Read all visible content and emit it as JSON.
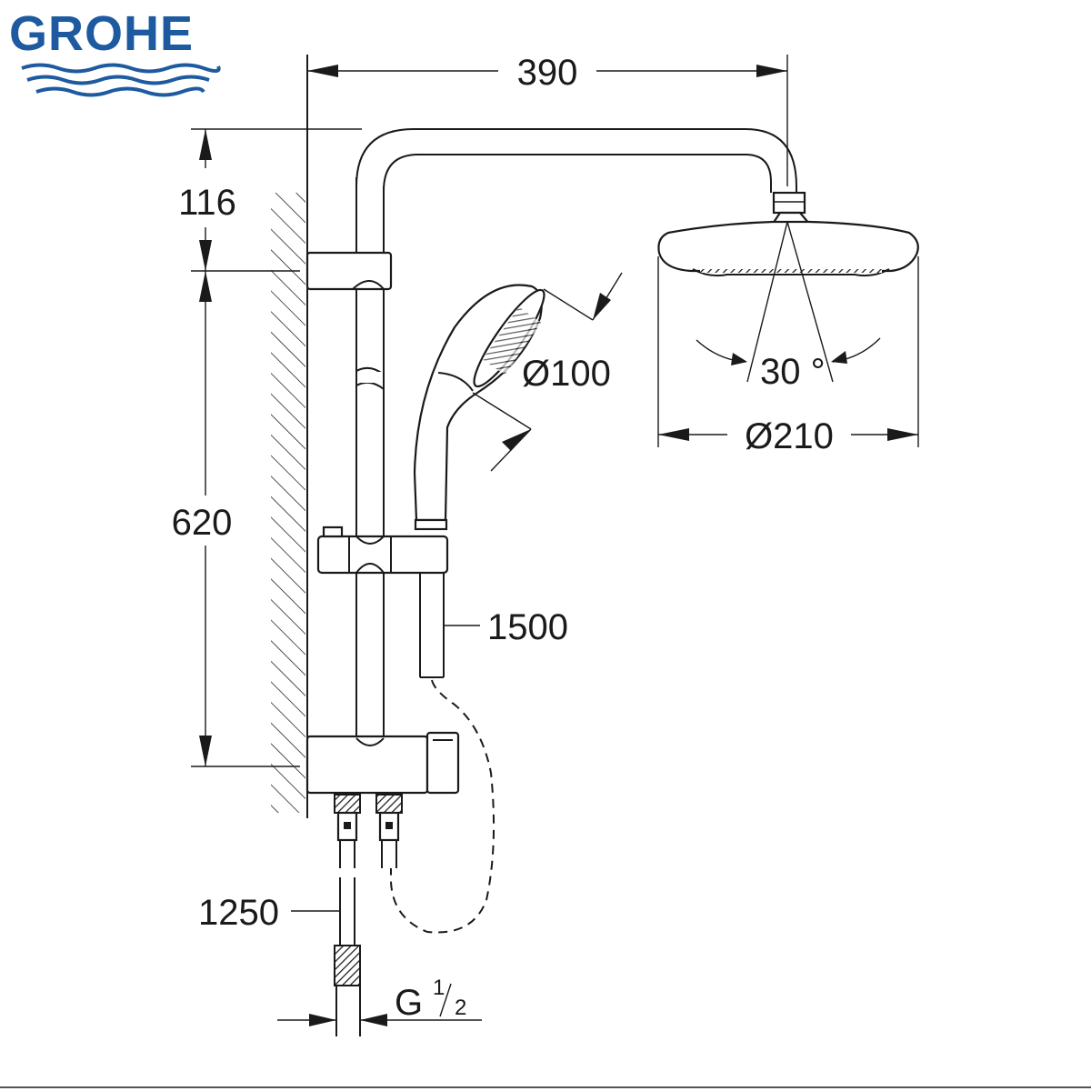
{
  "brand": {
    "name": "GROHE",
    "color": "#1d5aa0"
  },
  "dimensions": {
    "width_390": "390",
    "height_116": "116",
    "height_620": "620",
    "hand_shower_diameter": "Ø100",
    "head_shower_diameter": "Ø210",
    "angle": "30 °",
    "hose_1500": "1500",
    "hose_1250": "1250",
    "thread": "G",
    "thread_num": "1",
    "thread_den": "2"
  }
}
